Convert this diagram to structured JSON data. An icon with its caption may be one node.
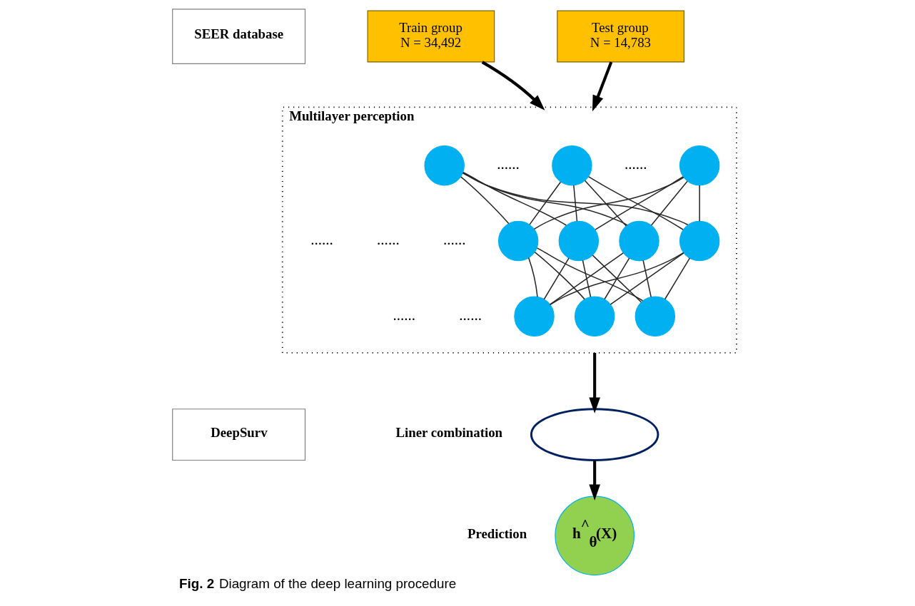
{
  "diagram": {
    "caption": "**Fig. 2** Diagram of the deep learning procedure",
    "nodes": [
      {
        "text": [
          "SEER database"
        ]
      },
      {
        "text": [
          "Train group",
          "N = 34,492"
        ]
      },
      {
        "text": [
          "Test group",
          "N = 14,783"
        ]
      },
      {
        "text": [
          "Multilayer perception"
        ]
      },
      {
        "text": [],
        "shape": "circle",
        "in": 3
      },
      {
        "text": [],
        "shape": "circle",
        "in": 3
      },
      {
        "text": [],
        "shape": "circle",
        "in": 3
      },
      {
        "text": [],
        "shape": "circle",
        "in": 3
      },
      {
        "text": [],
        "shape": "circle",
        "in": 3
      },
      {
        "text": [],
        "shape": "circle",
        "in": 3
      },
      {
        "text": [],
        "shape": "circle",
        "in": 3
      },
      {
        "text": [],
        "shape": "circle",
        "in": 3
      },
      {
        "text": [],
        "shape": "circle",
        "in": 3
      },
      {
        "text": [],
        "shape": "circle",
        "in": 3
      },
      {
        "text": [
          "DeepSurv"
        ]
      },
      {
        "text": [],
        "shape": "ellipse",
        "beside": [
          "Liner combination"
        ]
      },
      {
        "text": [
          "h$^{^}$$_{θ}$(X)"
        ],
        "beside": [
          "Prediction"
        ]
      }
    ],
    "edges": [
      {
        "from": 1,
        "to": 3,
        "arrow": "to",
        "style": "thick"
      },
      {
        "from": 2,
        "to": 3,
        "arrow": "to",
        "style": "thick"
      },
      {
        "from": 4,
        "to": 7,
        "arrow": "none"
      },
      {
        "from": 4,
        "to": 8,
        "arrow": "none"
      },
      {
        "from": 4,
        "to": 9,
        "arrow": "none"
      },
      {
        "from": 4,
        "to": 10,
        "arrow": "none"
      },
      {
        "from": 5,
        "to": 7,
        "arrow": "none"
      },
      {
        "from": 5,
        "to": 8,
        "arrow": "none"
      },
      {
        "from": 5,
        "to": 9,
        "arrow": "none"
      },
      {
        "from": 5,
        "to": 10,
        "arrow": "none"
      },
      {
        "from": 6,
        "to": 7,
        "arrow": "none"
      },
      {
        "from": 6,
        "to": 8,
        "arrow": "none"
      },
      {
        "from": 6,
        "to": 9,
        "arrow": "none"
      },
      {
        "from": 6,
        "to": 10,
        "arrow": "none"
      },
      {
        "from": 7,
        "to": 11,
        "arrow": "none"
      },
      {
        "from": 7,
        "to": 12,
        "arrow": "none"
      },
      {
        "from": 7,
        "to": 13,
        "arrow": "none"
      },
      {
        "from": 8,
        "to": 11,
        "arrow": "none"
      },
      {
        "from": 8,
        "to": 12,
        "arrow": "none"
      },
      {
        "from": 8,
        "to": 13,
        "arrow": "none"
      },
      {
        "from": 9,
        "to": 11,
        "arrow": "none"
      },
      {
        "from": 9,
        "to": 12,
        "arrow": "none"
      },
      {
        "from": 9,
        "to": 13,
        "arrow": "none"
      },
      {
        "from": 10,
        "to": 11,
        "arrow": "none"
      },
      {
        "from": 10,
        "to": 12,
        "arrow": "none"
      },
      {
        "from": 10,
        "to": 13,
        "arrow": "none"
      },
      {
        "from": 3,
        "to": 15,
        "arrow": "to",
        "style": "thick"
      },
      {
        "from": 15,
        "to": 16,
        "arrow": "to",
        "style": "thick"
      }
    ],
    "labels": [
      "......",
      "......",
      "......",
      "......",
      "......",
      "......",
      "......"
    ]
  }
}
